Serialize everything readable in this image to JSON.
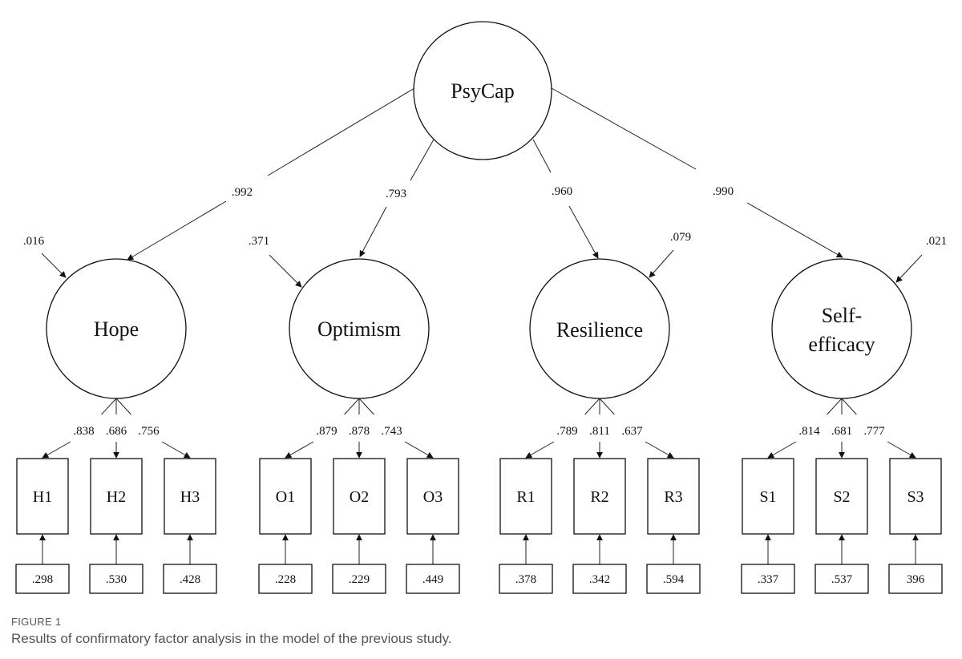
{
  "diagram": {
    "root": {
      "label": "PsyCap"
    },
    "factors": [
      {
        "label": "Hope",
        "loading": ".992",
        "residual": ".016",
        "indicators": [
          {
            "label": "H1",
            "loading": ".838",
            "error": ".298"
          },
          {
            "label": "H2",
            "loading": ".686",
            "error": ".530"
          },
          {
            "label": "H3",
            "loading": ".756",
            "error": ".428"
          }
        ]
      },
      {
        "label": "Optimism",
        "loading": ".793",
        "residual": ".371",
        "indicators": [
          {
            "label": "O1",
            "loading": ".879",
            "error": ".228"
          },
          {
            "label": "O2",
            "loading": ".878",
            "error": ".229"
          },
          {
            "label": "O3",
            "loading": ".743",
            "error": ".449"
          }
        ]
      },
      {
        "label": "Resilience",
        "loading": ".960",
        "residual": ".079",
        "indicators": [
          {
            "label": "R1",
            "loading": ".789",
            "error": ".378"
          },
          {
            "label": "R2",
            "loading": ".811",
            "error": ".342"
          },
          {
            "label": "R3",
            "loading": ".637",
            "error": ".594"
          }
        ]
      },
      {
        "label_lines": [
          "Self-",
          "efficacy"
        ],
        "loading": ".990",
        "residual": ".021",
        "indicators": [
          {
            "label": "S1",
            "loading": ".814",
            "error": ".337"
          },
          {
            "label": "S2",
            "loading": ".681",
            "error": ".537"
          },
          {
            "label": "S3",
            "loading": ".777",
            "error": "396"
          }
        ]
      }
    ]
  },
  "caption": {
    "label": "FIGURE 1",
    "text": "Results of confirmatory factor analysis in the model of the previous study."
  }
}
